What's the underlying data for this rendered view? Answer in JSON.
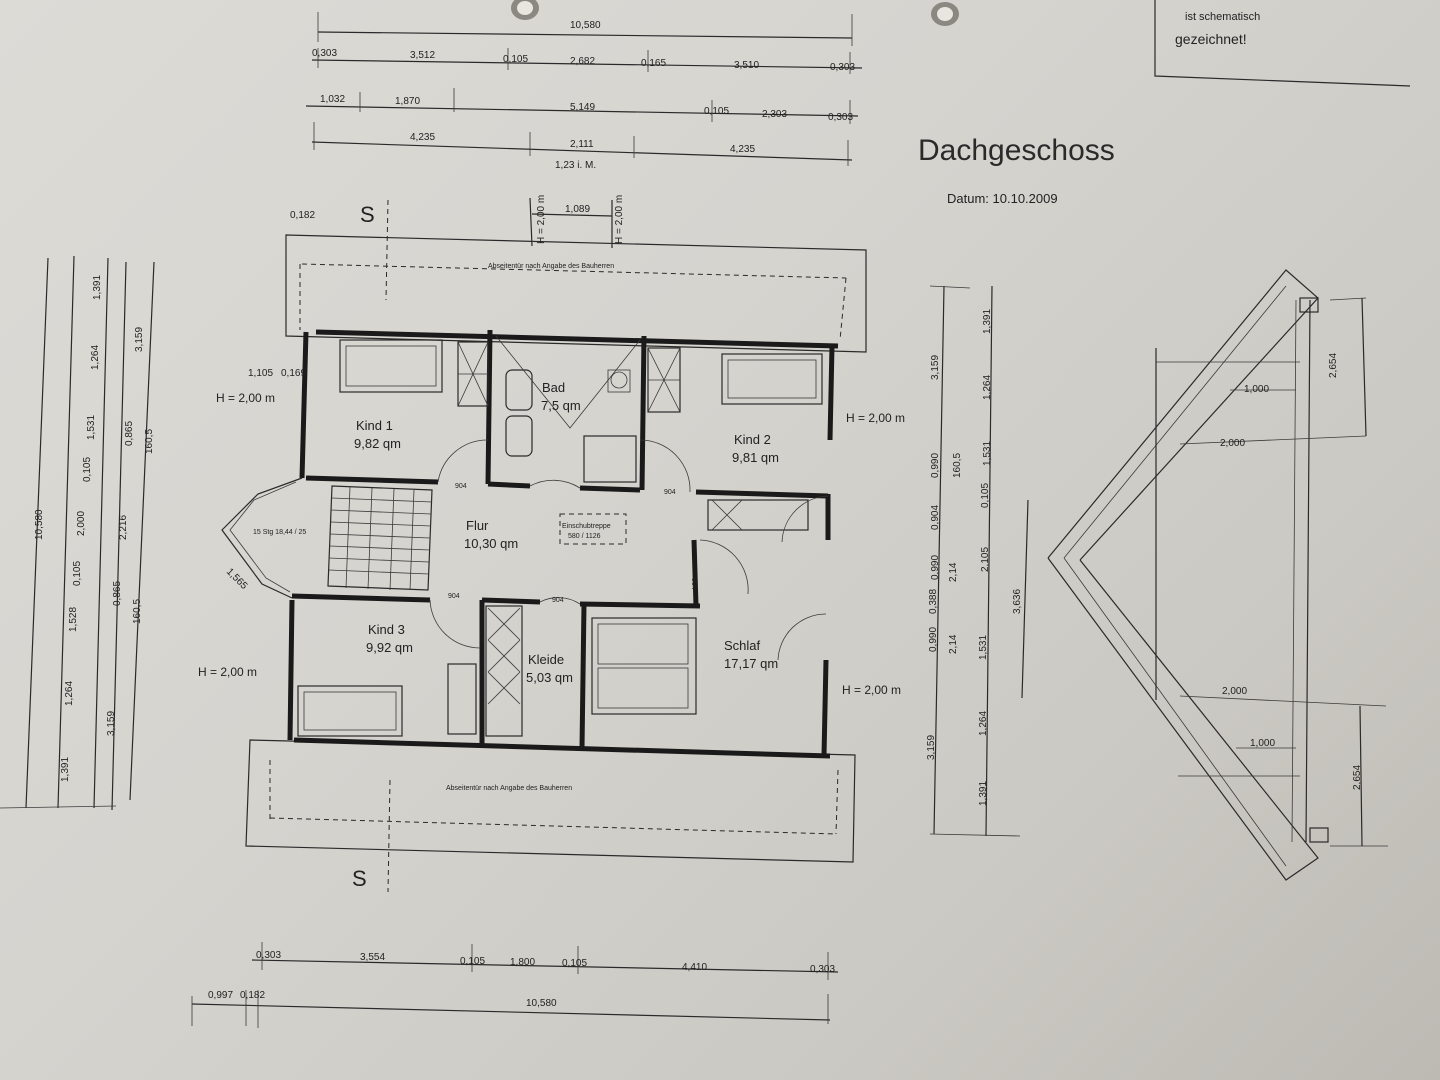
{
  "header": {
    "title": "Dachgeschoss",
    "date": "Datum: 10.10.2009",
    "note_line1": "ist schematisch",
    "note_line2": "gezeichnet!"
  },
  "rooms": [
    {
      "name": "Kind 1",
      "area": "9,82 qm"
    },
    {
      "name": "Bad",
      "area": "7,5 qm"
    },
    {
      "name": "Kind 2",
      "area": "9,81 qm"
    },
    {
      "name": "Flur",
      "area": "10,30 qm"
    },
    {
      "name": "Kind 3",
      "area": "9,92 qm"
    },
    {
      "name": "Kleide",
      "area": "5,03 qm"
    },
    {
      "name": "Schlaf",
      "area": "17,17 qm"
    }
  ],
  "plan": {
    "eave_note": "Abseitentür nach Angabe des Bauherren",
    "height_note": "H = 2,00 m",
    "hatch_label": "Einschubtreppe",
    "hatch_size": "580 / 1126",
    "door_width": "904",
    "section_label": "S",
    "window_width": "1,089",
    "eave_dim": "0,182",
    "left_window": "1,105",
    "left_window_b": "0,169",
    "bay_note": "15 Stg 18,44 / 25",
    "bay_dim": "1,565"
  },
  "dimensions": {
    "top": [
      "10,580"
    ],
    "row2": [
      "0,303",
      "3,512",
      "0,105",
      "2,682",
      "0,165",
      "3,510",
      "0,303"
    ],
    "row3": [
      "1,032",
      "1,870",
      "5,149",
      "0,105",
      "2,303",
      "0,303"
    ],
    "row4": [
      "4,235",
      "2,111",
      "4,235"
    ],
    "row4_note": "1,23 i. M.",
    "left": [
      "10,580",
      "1,391",
      "1,264",
      "1,531",
      "0,105",
      "2,000",
      "0,105",
      "1,528",
      "1,264",
      "1,391"
    ],
    "left2": [
      "3,159",
      "0,865",
      "160,5",
      "2,216",
      "0,865",
      "160,5",
      "3,159"
    ],
    "right": [
      "3,159",
      "0,990",
      "0,904",
      "0,990",
      "0,388",
      "0,990",
      "3,159",
      "160,5",
      "2,14",
      "1,391",
      "1,264",
      "1,531",
      "0,105",
      "2,105",
      "3,636"
    ],
    "bottom1": [
      "0,303",
      "3,554",
      "0,105",
      "1,800",
      "4,410"
    ],
    "bottom2": [
      "0,997",
      "0,182",
      "10,580"
    ]
  },
  "section": {
    "dims": [
      "1,000",
      "2,000",
      "2,654"
    ]
  }
}
